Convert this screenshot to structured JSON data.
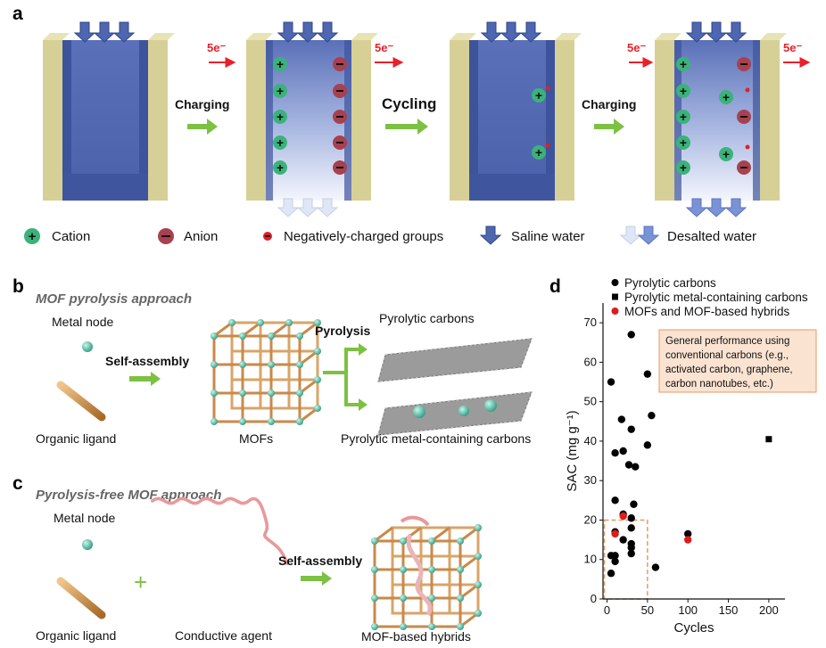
{
  "panels": {
    "a": {
      "letter": "a",
      "steps": [
        "Charging",
        "Cycling",
        "Charging"
      ],
      "electron": "5e⁻",
      "legend": {
        "cation": "Cation",
        "anion": "Anion",
        "groups": "Negatively-charged groups",
        "saline": "Saline water",
        "desalted": "Desalted water"
      },
      "signs": {
        "plus": "+",
        "minus": "−"
      }
    },
    "b": {
      "letter": "b",
      "title": "MOF pyrolysis approach",
      "metal_node": "Metal node",
      "organic_ligand": "Organic ligand",
      "self_assembly": "Self-assembly",
      "mofs": "MOFs",
      "pyrolysis": "Pyrolysis",
      "pyrolytic_carbons": "Pyrolytic carbons",
      "pyrolytic_metal": "Pyrolytic metal-containing carbons"
    },
    "c": {
      "letter": "c",
      "title": "Pyrolysis-free MOF approach",
      "metal_node": "Metal node",
      "organic_ligand": "Organic ligand",
      "plus": "+",
      "conductive_agent": "Conductive agent",
      "self_assembly": "Self-assembly",
      "hybrids": "MOF-based hybrids"
    },
    "d": {
      "letter": "d",
      "note": [
        "General performance using",
        "conventional carbons (e.g.,",
        "activated carbon, graphene,",
        "carbon nanotubes, etc.)"
      ]
    }
  },
  "colors": {
    "electrode": "#d5cf93",
    "water": "#4f67b0",
    "cation": "#3ab37a",
    "anion": "#a8414f",
    "group": "#d9232d",
    "arrow_green": "#7cc142",
    "arrow_red": "#e8202a",
    "rod": "#d8a05a",
    "node": "#5fc9b0",
    "red_point": "#e01b1b",
    "box_fill": "#fbe3d1",
    "box_border": "#e59a60"
  },
  "chart_data": {
    "type": "scatter",
    "xlabel": "Cycles",
    "ylabel": "SAC (mg g⁻¹)",
    "xlim": [
      -5,
      220
    ],
    "ylim": [
      0,
      75
    ],
    "xticks": [
      0,
      50,
      100,
      150,
      200
    ],
    "yticks": [
      0,
      10,
      20,
      30,
      40,
      50,
      60,
      70
    ],
    "legend_position": "top-left",
    "highlight_region": {
      "x": [
        0,
        50
      ],
      "y": [
        0,
        20
      ]
    },
    "series": [
      {
        "name": "Pyrolytic carbons",
        "marker": "circle",
        "color": "#000000",
        "points": [
          [
            30,
            67
          ],
          [
            5,
            55
          ],
          [
            50,
            57
          ],
          [
            55,
            46.5
          ],
          [
            18,
            45.5
          ],
          [
            30,
            43
          ],
          [
            20,
            37.5
          ],
          [
            10,
            37
          ],
          [
            50,
            39
          ],
          [
            27,
            34
          ],
          [
            35,
            33.5
          ],
          [
            10,
            25
          ],
          [
            33,
            24
          ],
          [
            20,
            21.5
          ],
          [
            30,
            20.5
          ],
          [
            30,
            18
          ],
          [
            10,
            17
          ],
          [
            20,
            15
          ],
          [
            30,
            14
          ],
          [
            30,
            13
          ],
          [
            5,
            11
          ],
          [
            10,
            11
          ],
          [
            10,
            9.5
          ],
          [
            30,
            11.5
          ],
          [
            5,
            6.5
          ],
          [
            60,
            8
          ],
          [
            100,
            16.5
          ]
        ]
      },
      {
        "name": "Pyrolytic metal-containing carbons",
        "marker": "square",
        "color": "#000000",
        "points": [
          [
            200,
            40.5
          ]
        ]
      },
      {
        "name": "MOFs and MOF-based hybrids",
        "marker": "circle",
        "color": "#e01b1b",
        "points": [
          [
            10,
            16.5
          ],
          [
            20,
            21
          ],
          [
            100,
            15
          ]
        ]
      }
    ]
  }
}
